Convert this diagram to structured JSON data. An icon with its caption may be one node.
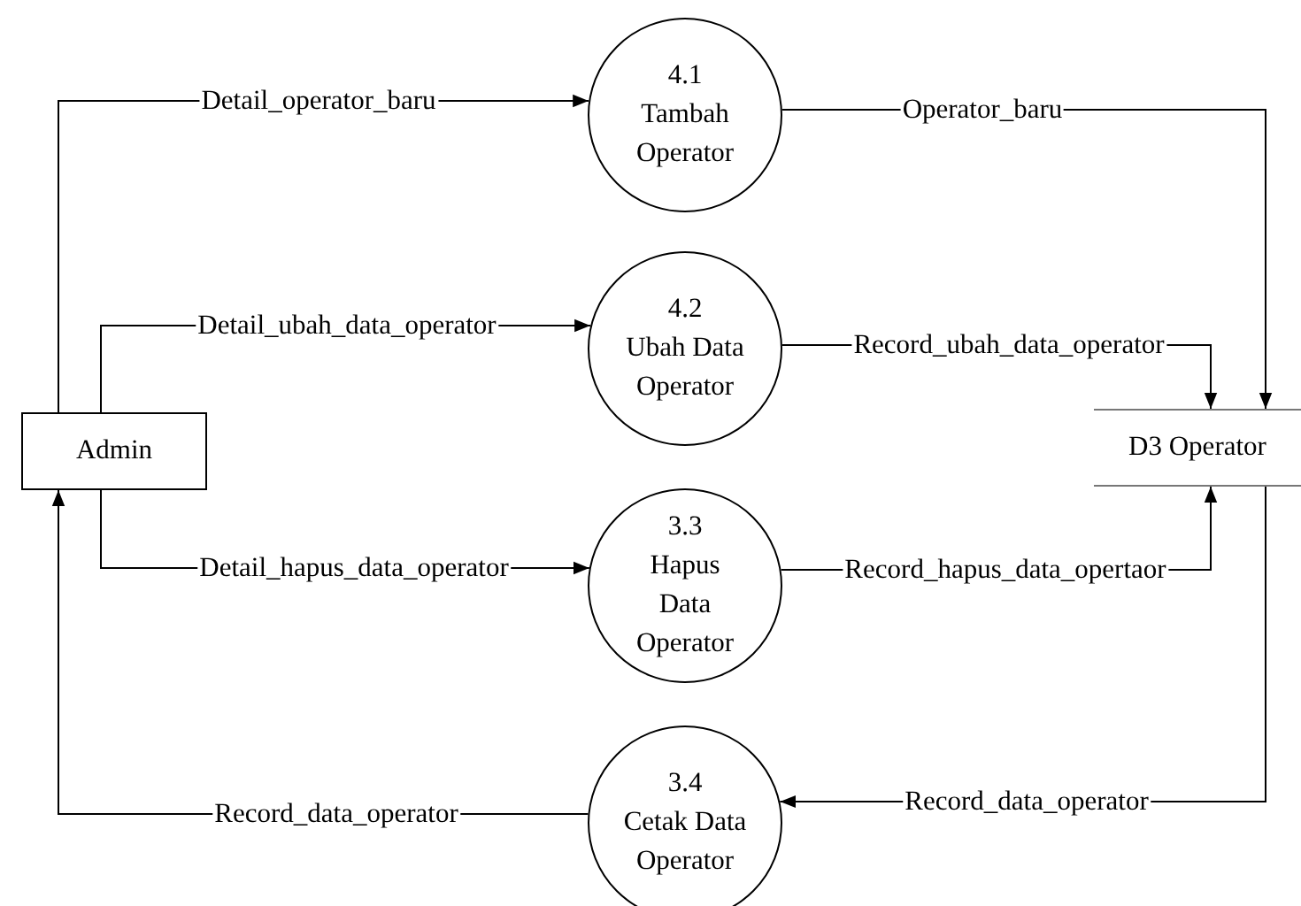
{
  "diagram": {
    "nodes": [
      {
        "text": [
          "Admin"
        ]
      },
      {
        "text": [
          "4.1",
          "Tambah Operator"
        ]
      },
      {
        "text": [
          "4.2",
          "Ubah Data Operator"
        ]
      },
      {
        "text": [
          "3.3",
          "Hapus Data Operator"
        ]
      },
      {
        "text": [
          "3.4",
          "Cetak Data Operator"
        ]
      },
      {
        "text": [
          "D3 Operator"
        ]
      }
    ],
    "edges": [
      {
        "from": 0,
        "to": 1,
        "arrow": "to",
        "label": "Detail_operator_baru"
      },
      {
        "from": 0,
        "to": 2,
        "arrow": "to",
        "label": "Detail_ubah_data_operator"
      },
      {
        "from": 0,
        "to": 3,
        "arrow": "to",
        "label": "Detail_hapus_data_operator"
      },
      {
        "from": 4,
        "to": 0,
        "arrow": "to",
        "label": "Record_data_operator"
      },
      {
        "from": 1,
        "to": 5,
        "arrow": "to",
        "label": "Operator_baru"
      },
      {
        "from": 2,
        "to": 5,
        "arrow": "to",
        "label": "Record_ubah_data_operator"
      },
      {
        "from": 3,
        "to": 5,
        "arrow": "to",
        "label": "Record_hapus_data_opertaor"
      },
      {
        "from": 5,
        "to": 4,
        "arrow": "to",
        "label": "Record_data_operator"
      }
    ]
  }
}
